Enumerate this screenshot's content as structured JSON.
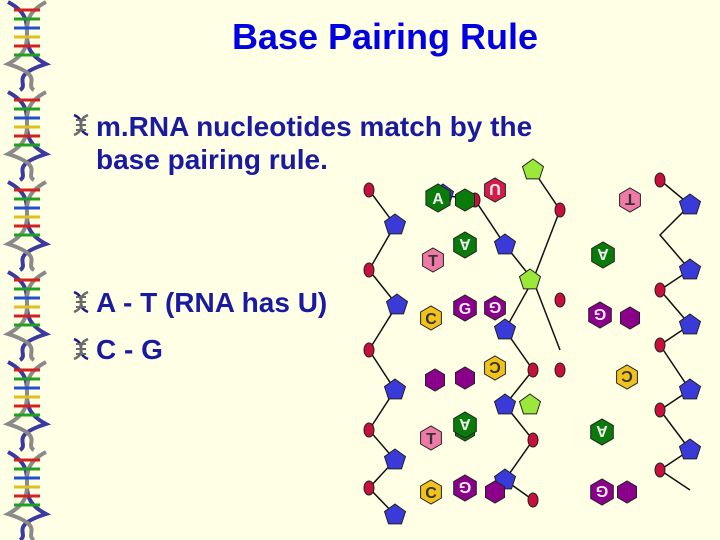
{
  "slide": {
    "title": "Base Pairing Rule",
    "bullets": [
      {
        "line1": "m.RNA nucleotides match by the",
        "line2": "base pairing rule."
      },
      {
        "text": "A - T (RNA has U)"
      },
      {
        "text": "C - G"
      }
    ]
  },
  "diagram": {
    "bases": [
      {
        "letter": "A",
        "color": "#0a7a0a"
      },
      {
        "letter": "U",
        "color": "#d41c4b"
      },
      {
        "letter": "T",
        "color": "#f07aa6"
      },
      {
        "letter": "A",
        "color": "#0a7a0a"
      },
      {
        "letter": "T",
        "color": "#f07aa6"
      },
      {
        "letter": "A",
        "color": "#0a7a0a"
      },
      {
        "letter": "C",
        "color": "#f2c21c"
      },
      {
        "letter": "G",
        "color": "#8a008a"
      },
      {
        "letter": "G",
        "color": "#8a008a"
      },
      {
        "letter": "G",
        "color": "#8a008a"
      },
      {
        "letter": "C",
        "color": "#f2c21c"
      },
      {
        "letter": "C",
        "color": "#f2c21c"
      },
      {
        "letter": "T",
        "color": "#f07aa6"
      },
      {
        "letter": "A",
        "color": "#0a7a0a"
      },
      {
        "letter": "A",
        "color": "#0a7a0a"
      },
      {
        "letter": "C",
        "color": "#f2c21c"
      },
      {
        "letter": "G",
        "color": "#8a008a"
      },
      {
        "letter": "G",
        "color": "#8a008a"
      }
    ]
  }
}
